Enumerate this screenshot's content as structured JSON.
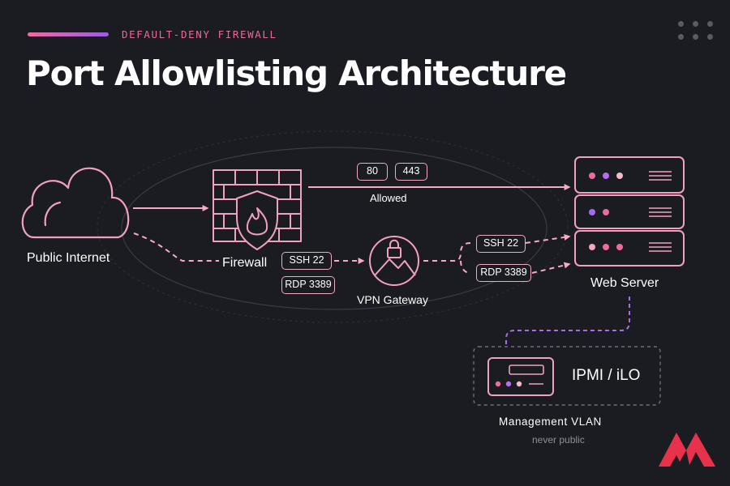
{
  "header": {
    "eyebrow": "DEFAULT-DENY FIREWALL",
    "title": "Port Allowlisting Architecture"
  },
  "nodes": {
    "internet": "Public Internet",
    "firewall": "Firewall",
    "vpn": "VPN Gateway",
    "server": "Web Server",
    "mgmt_device": "IPMI / iLO",
    "mgmt_network": "Management VLAN",
    "mgmt_note": "never public"
  },
  "ports": {
    "allowed": [
      "80",
      "443"
    ],
    "allowed_label": "Allowed",
    "vpn_in": [
      "SSH 22",
      "RDP 3389"
    ],
    "vpn_out": [
      "SSH 22",
      "RDP 3389"
    ]
  },
  "icons": {
    "internet": "cloud-icon",
    "firewall": "brick-wall-shield-flame-icon",
    "vpn": "lock-mountain-icon",
    "server": "server-rack-icon",
    "mgmt": "ipmi-device-icon",
    "menu": "dot-grid-icon",
    "brand": "brand-logo-icon"
  },
  "colors": {
    "background": "#1b1c22",
    "accent_pink": "#f06aa0",
    "accent_purple": "#9a5de0",
    "line": "#f2a9c4"
  }
}
